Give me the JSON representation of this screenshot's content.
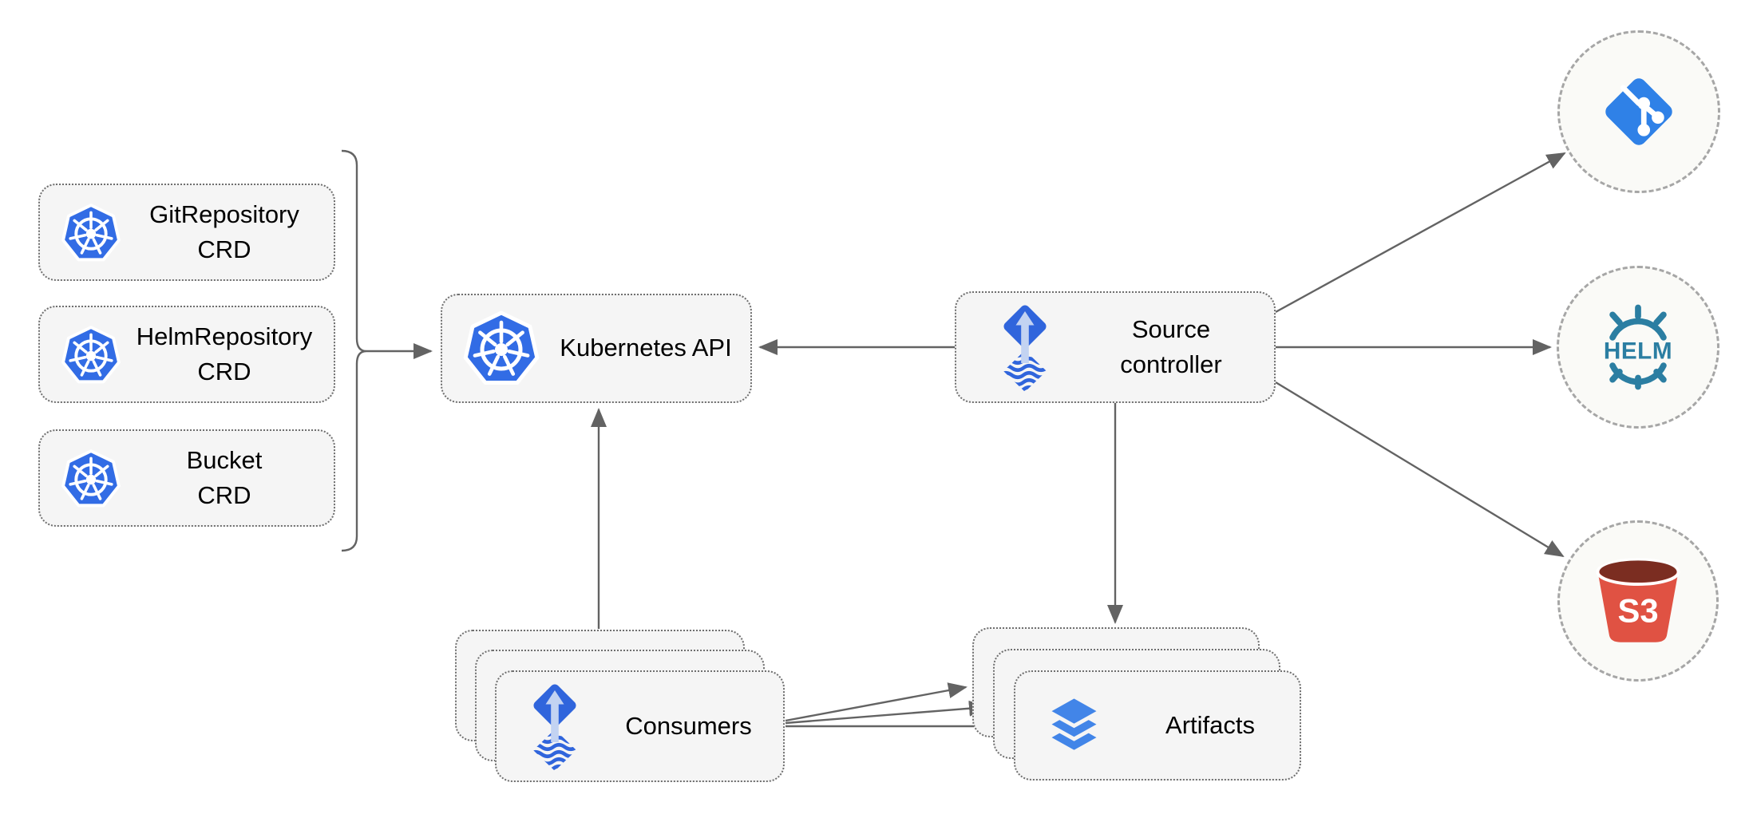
{
  "colors": {
    "canvas_bg": "#ffffff",
    "box_bg": "#f5f5f5",
    "box_border": "#6f6f6f",
    "circle_bg": "#fafaf7",
    "circle_border": "#a6a6a6",
    "line": "#636363",
    "text": "#000000",
    "kubernetes_blue": "#326ce5",
    "flux_blue": "#3065dc",
    "flux_arrow_light": "#c3d3f2",
    "git_blue": "#2f81e7",
    "helm_teal": "#2b7ea2",
    "s3_red": "#e05243",
    "s3_dark": "#7b2d21",
    "layers_blue": "#4285e8"
  },
  "nodes": {
    "gitrepo_crd": {
      "label": "GitRepository\nCRD"
    },
    "helmrepo_crd": {
      "label": "HelmRepository\nCRD"
    },
    "bucket_crd": {
      "label": "Bucket\nCRD"
    },
    "kubernetes_api": {
      "label": "Kubernetes API"
    },
    "source_controller": {
      "label": "Source\ncontroller"
    },
    "consumers": {
      "label": "Consumers"
    },
    "artifacts": {
      "label": "Artifacts"
    }
  },
  "icon_labels": {
    "helm": "HELM",
    "s3": "S3"
  }
}
